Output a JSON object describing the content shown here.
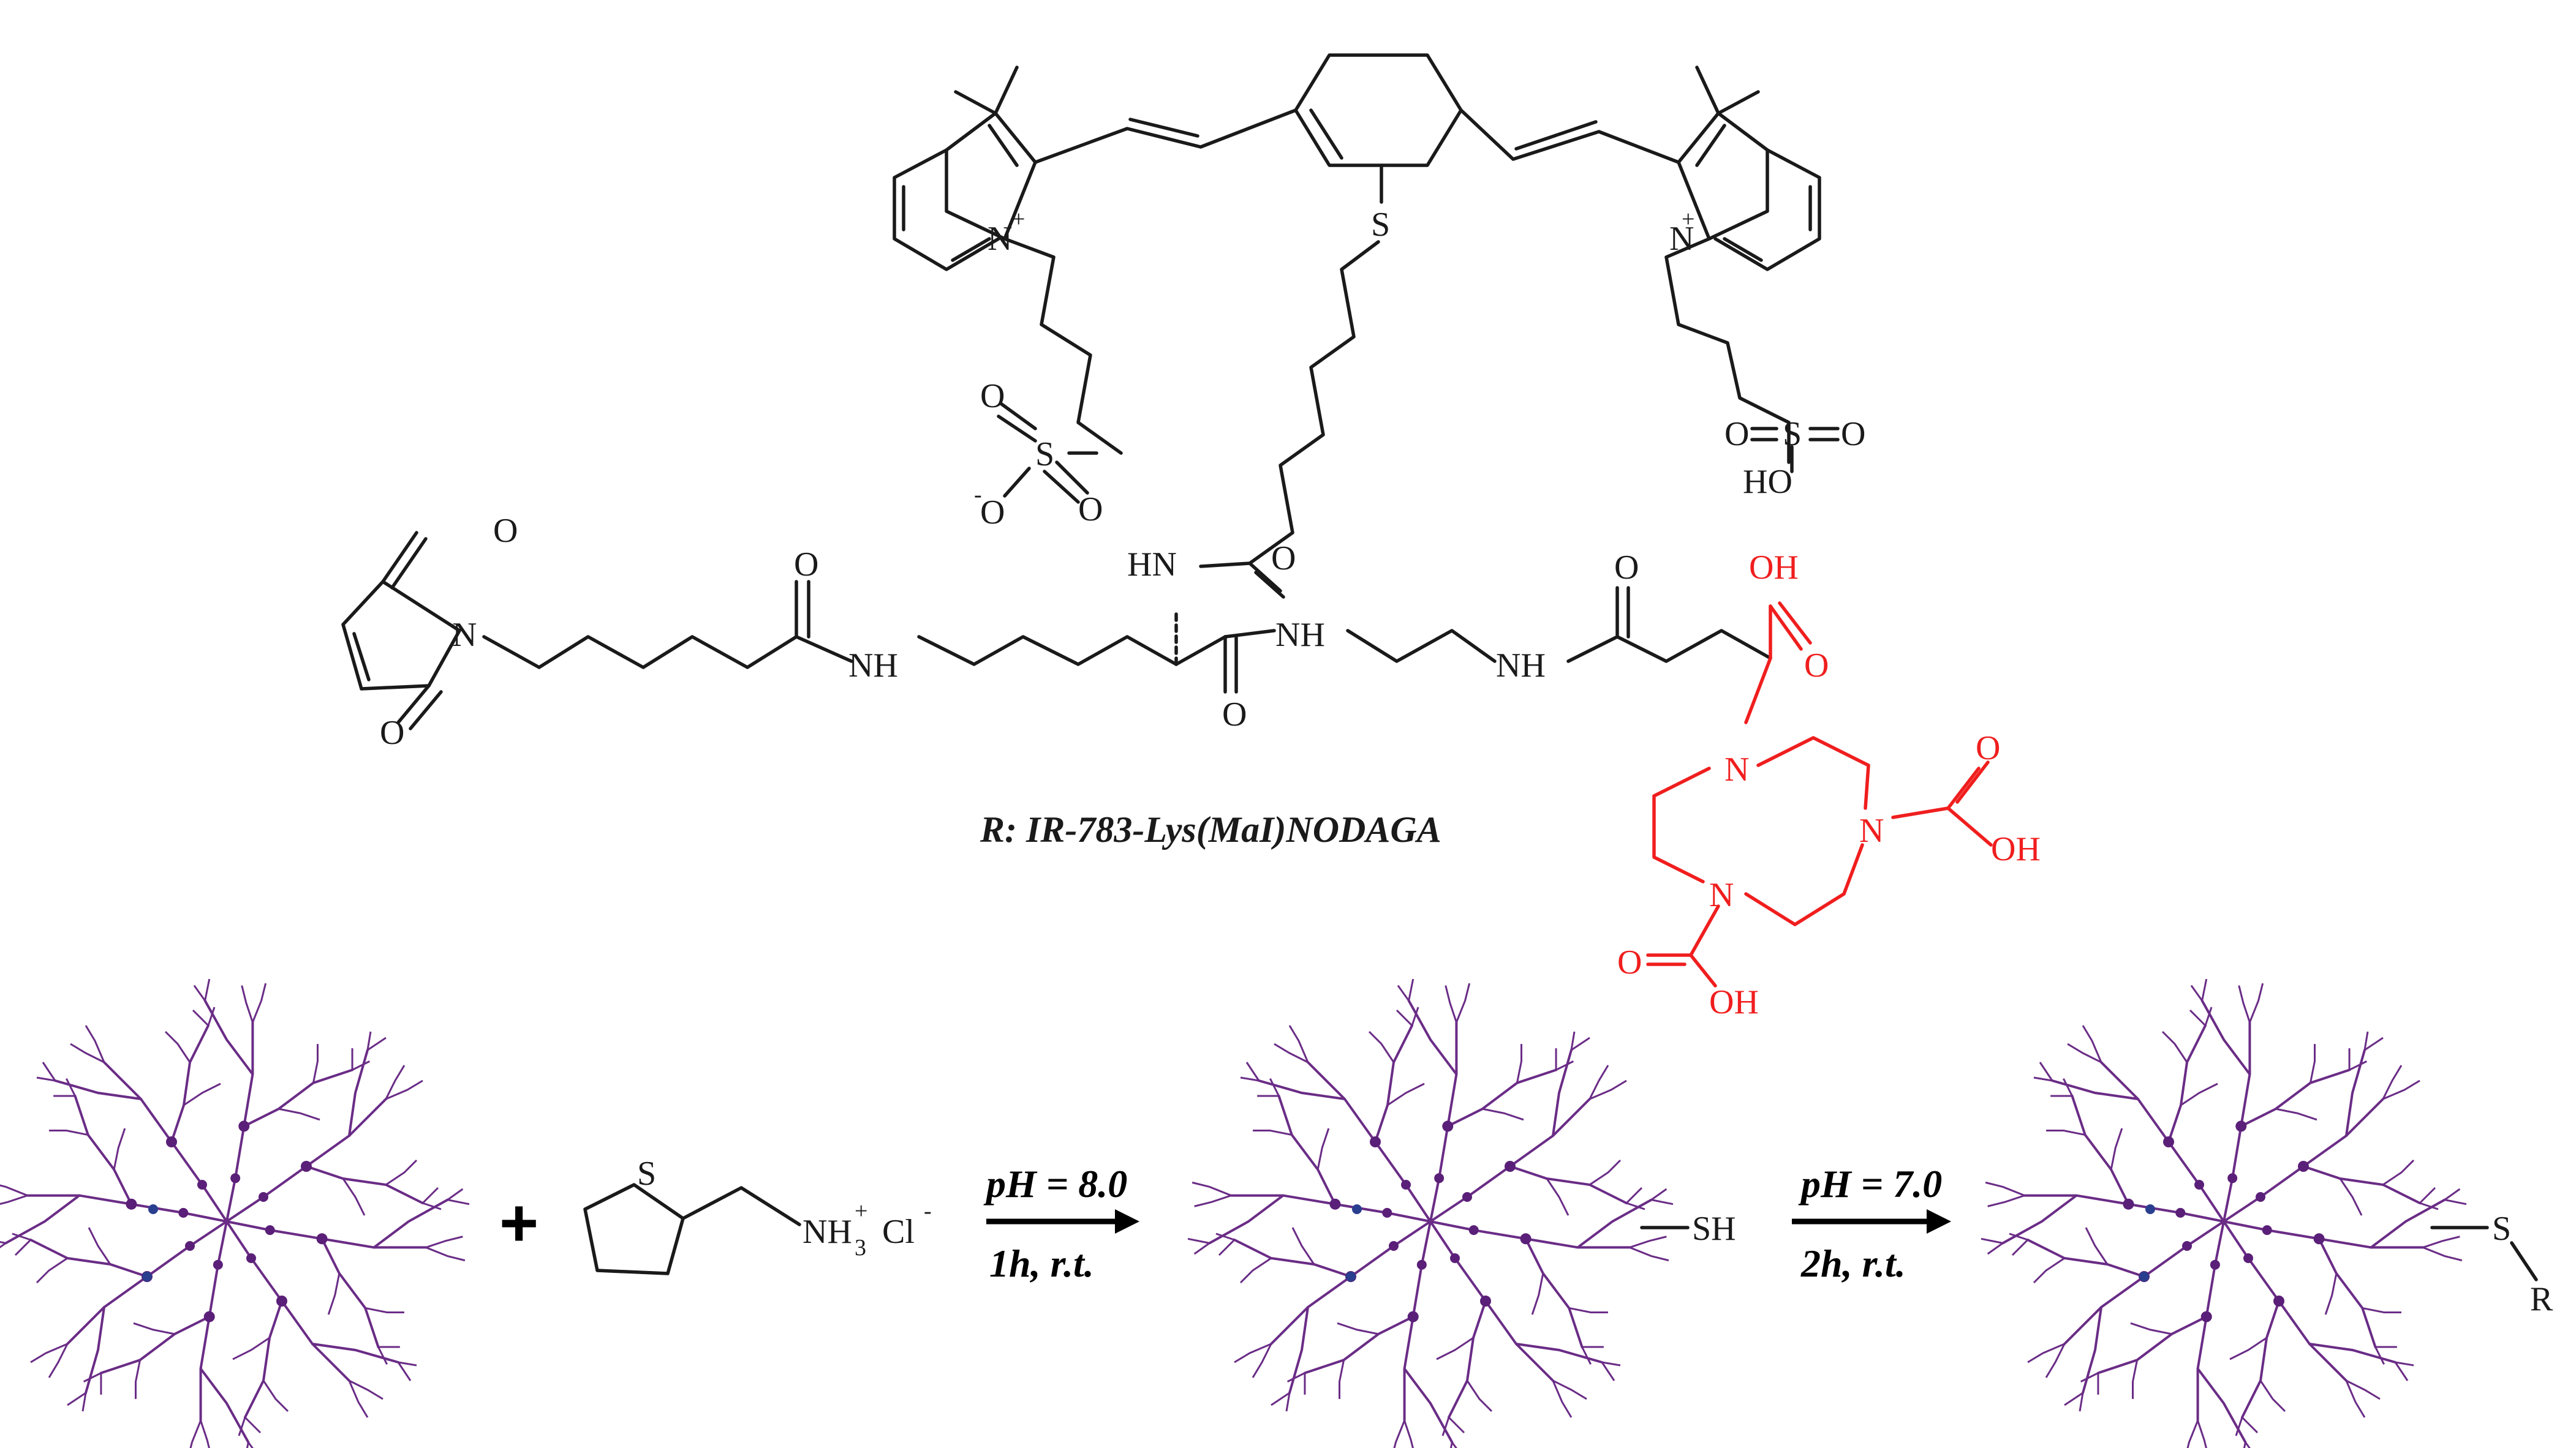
{
  "compound": {
    "caption": "R: IR-783-Lys(MaI)NODAGA",
    "atoms": {
      "o": "O",
      "n": "N",
      "s": "S",
      "nh": "NH",
      "hn": "HN",
      "oh": "OH",
      "ho": "HO",
      "plus": "+",
      "minus": "-",
      "oMinus": "O"
    }
  },
  "reaction": {
    "plus": "+",
    "reagent": {
      "ring_atom": "S",
      "nh3": "NH",
      "nh3_sub": "3",
      "nh3_sup": "+",
      "cl": "Cl",
      "cl_sup": "-"
    },
    "step1": {
      "above": "pH = 8.0",
      "below": "1h, r.t."
    },
    "step2": {
      "above": "pH = 7.0",
      "below": "2h, r.t."
    },
    "thiol_label": "SH",
    "product_s": "S",
    "product_r": "R"
  },
  "colors": {
    "bond": "#1a1a1a",
    "nodaga": "#f01e1e",
    "dendrimer": "#6a2c86",
    "dendrimer_node": "#5a1f78",
    "dendrimer_core_node": "#2a3e8f"
  },
  "icons": {
    "dendrimer": "dendrimer-icon",
    "arrow": "reaction-arrow-icon"
  }
}
